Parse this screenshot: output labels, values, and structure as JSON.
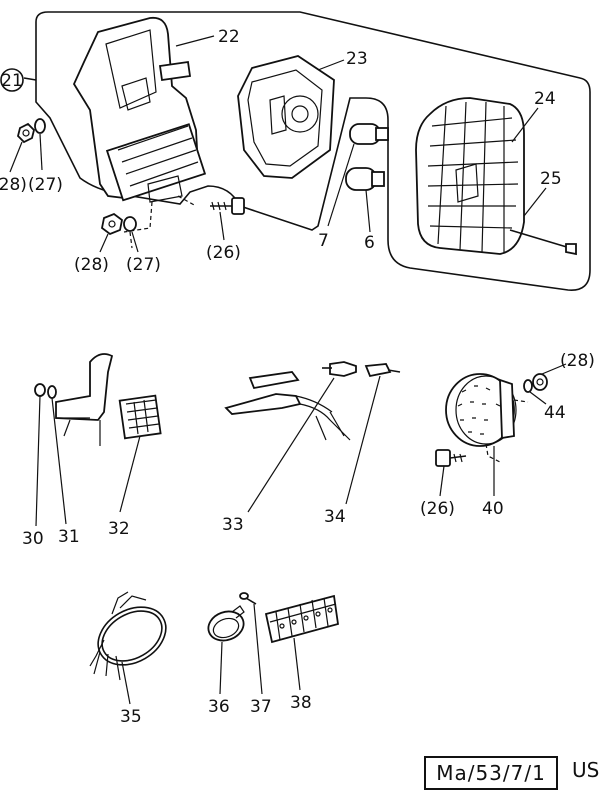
{
  "diagram": {
    "labels": {
      "p6": "6",
      "p7": "7",
      "p21": "21",
      "p22": "22",
      "p23": "23",
      "p24": "24",
      "p25": "25",
      "p26a": "(26)",
      "p26b": "(26)",
      "p27a": "(27)",
      "p27b": "(27)",
      "p28a": "(28)",
      "p28b": "(28)",
      "p28c": "(28)",
      "p30": "30",
      "p31": "31",
      "p32": "32",
      "p33": "33",
      "p34": "34",
      "p35": "35",
      "p36": "36",
      "p37": "37",
      "p38": "38",
      "p40": "40",
      "p44": "44"
    },
    "reference_code": "Ma/53/7/1",
    "reference_suffix": "US"
  }
}
